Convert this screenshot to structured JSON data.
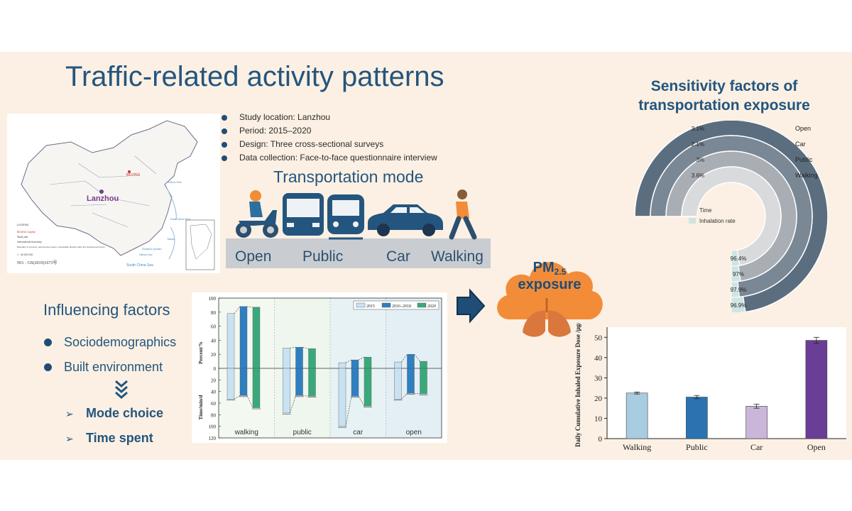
{
  "title": "Traffic-related activity patterns",
  "study_info": [
    "Study location: Lanzhou",
    "Period: 2015–2020",
    "Design: Three cross-sectional surveys",
    "Data collection: Face-to-face questionnaire interview"
  ],
  "map": {
    "city_label": "Lanzhou",
    "capital_label": "BEIJING",
    "legend_title": "LEGEND",
    "legend_items": [
      "BEIJING  Capital",
      "Study site",
      "International boundary",
      "Boundary of province, autonomous region, municipality directly under the central government"
    ],
    "scale_text": "1 : 45 000 000",
    "map_number": "NO. :  GS(2019)1673号",
    "sea_labels": [
      "Yellow Sea",
      "East China Sea",
      "South China Sea",
      "Taiwan",
      "Hainan Dao",
      "Dongsha Qundao"
    ]
  },
  "transport": {
    "title": "Transportation mode",
    "modes": [
      "Open",
      "Public",
      "Car",
      "Walking"
    ]
  },
  "influencing": {
    "title": "Influencing factors",
    "factors": [
      "Sociodemographics",
      "Built environment"
    ],
    "outcomes": [
      "Mode choice",
      "Time spent"
    ]
  },
  "pm_label": {
    "main": "PM",
    "sub": "2.5",
    "second": "exposure"
  },
  "sensitivity": {
    "title_line1": "Sensitivity factors of",
    "title_line2": "transportation exposure",
    "legend": [
      "Time",
      "Inhalation rate"
    ],
    "colors": {
      "time": "#d9dadc",
      "inhalation": "#cfe4e3"
    },
    "rings": [
      {
        "label": "Open",
        "inhalation_label": "3.1%",
        "time_label": "96.9%",
        "inhalation": 3.1,
        "time": 96.9,
        "color": "#5b6e80"
      },
      {
        "label": "Car",
        "inhalation_label": "2.1%",
        "time_label": "97.9%",
        "inhalation": 2.1,
        "time": 97.9,
        "color": "#7a8794"
      },
      {
        "label": "Public",
        "inhalation_label": "3%",
        "time_label": "97%",
        "inhalation": 3.0,
        "time": 97.0,
        "color": "#a9aeb4"
      },
      {
        "label": "Walking",
        "inhalation_label": "3.6%",
        "time_label": "96.4%",
        "inhalation": 3.6,
        "time": 96.4,
        "color": "#d9dadc"
      }
    ]
  },
  "chart_data": [
    {
      "type": "bar",
      "title": "",
      "categories": [
        "walking",
        "public",
        "car",
        "open"
      ],
      "ylabel_top": "Percent/%",
      "ylabel_bottom": "Time/min/d",
      "ylim_top": [
        0,
        100
      ],
      "ylim_bottom": [
        0,
        120
      ],
      "yticks_top": [
        "100",
        "80",
        "60",
        "40",
        "20",
        "0"
      ],
      "yticks_bottom": [
        "20",
        "40",
        "60",
        "80",
        "100",
        "120"
      ],
      "legend": [
        "2015",
        "2016–2018",
        "2020"
      ],
      "series": [
        {
          "name": "2015",
          "color": "#c9e2f2",
          "percent": [
            78,
            29,
            8,
            9
          ],
          "time": [
            53,
            77,
            100,
            53
          ]
        },
        {
          "name": "2016–2018",
          "color": "#2f7fc1",
          "percent": [
            88,
            30,
            12,
            20
          ],
          "time": [
            47,
            47,
            48,
            43
          ]
        },
        {
          "name": "2020",
          "color": "#3aa97a",
          "percent": [
            87,
            28,
            16,
            10
          ],
          "time": [
            68,
            48,
            65,
            44
          ]
        }
      ]
    },
    {
      "type": "bar",
      "title": "",
      "ylabel": "Daily Cumulative Inhaled Exposure Dose /μg/d",
      "categories": [
        "Walking",
        "Public",
        "Car",
        "Open"
      ],
      "values": [
        22.5,
        20.5,
        16,
        48.5
      ],
      "errors": [
        0.5,
        0.8,
        1.0,
        1.5
      ],
      "colors": [
        "#a8cce0",
        "#2a73b0",
        "#c9b6d9",
        "#6a3d96"
      ],
      "ylim": [
        0,
        55
      ],
      "yticks": [
        "0",
        "10",
        "20",
        "30",
        "40",
        "50"
      ]
    }
  ]
}
